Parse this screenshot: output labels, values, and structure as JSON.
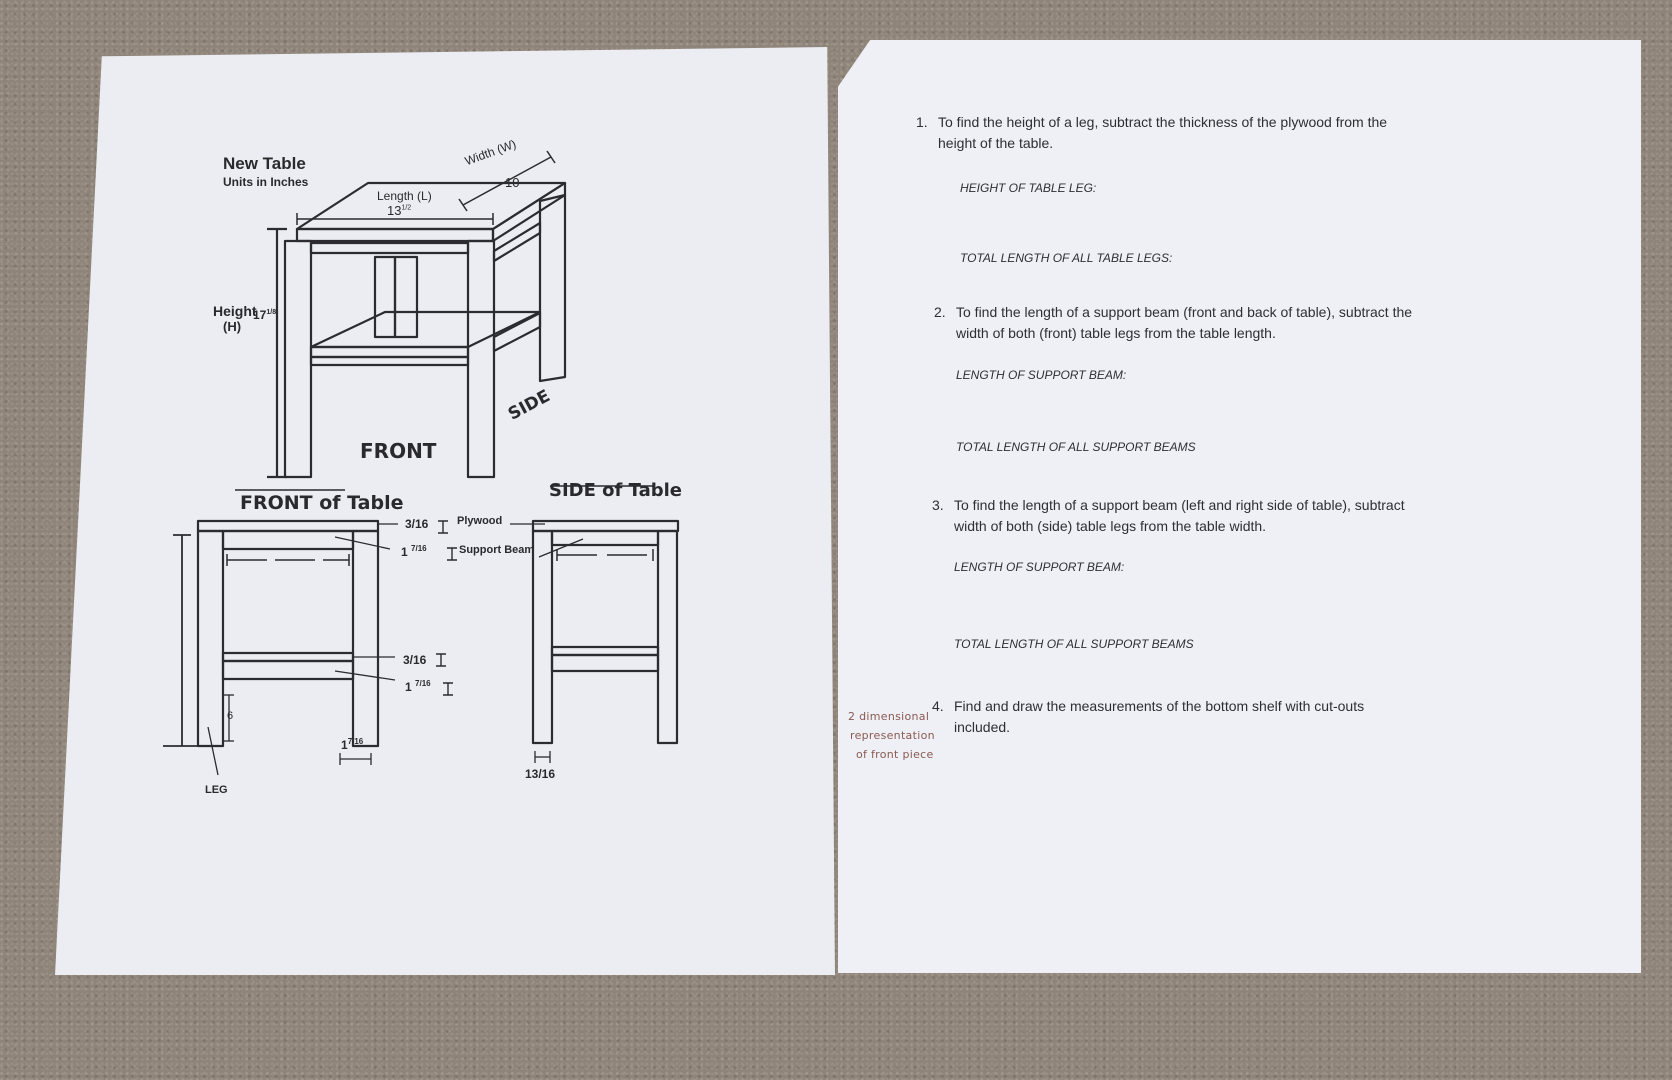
{
  "worksheet": {
    "diagram": {
      "title": "New Table",
      "subtitle": "Units in Inches",
      "length_label": "Length (L)",
      "length_value": "13",
      "length_fraction": "1/2",
      "width_label": "Width (W)",
      "width_value": "10",
      "height_label": "Height",
      "height_symbol": "(H)",
      "height_value": "17",
      "height_fraction": "1/8",
      "front_label": "FRONT",
      "side_label": "SIDE"
    },
    "front_view": {
      "title": "FRONT of Table",
      "plywood_dim": "3/16",
      "plywood_label": "Plywood",
      "beam_dim_whole": "1",
      "beam_dim_frac": "7/16",
      "beam_label": "Support Beam",
      "lower_plywood_dim": "3/16",
      "lower_beam_whole": "1",
      "lower_beam_frac": "7/16",
      "leg_gap": "6",
      "leg_width_whole": "1",
      "leg_width_frac": "7/16",
      "leg_label": "LEG"
    },
    "side_view": {
      "title": "SIDE of Table",
      "leg_width": "13/16"
    },
    "questions": [
      {
        "number": "1.",
        "line1": "To find the height of a leg, subtract the thickness of the plywood from the",
        "line2": "height of the table.",
        "answers": [
          "HEIGHT OF TABLE LEG:",
          "TOTAL LENGTH OF ALL TABLE LEGS:"
        ]
      },
      {
        "number": "2.",
        "line1": "To find the length of a support beam (front and back of table), subtract the",
        "line2": "width of both (front) table legs from the table length.",
        "answers": [
          "LENGTH OF SUPPORT BEAM:",
          "TOTAL LENGTH OF ALL SUPPORT BEAMS"
        ]
      },
      {
        "number": "3.",
        "line1": "To find the length of a support beam (left and right side of table), subtract",
        "line2": "width of both (side) table legs from the table width.",
        "answers": [
          "LENGTH OF SUPPORT BEAM:",
          "TOTAL LENGTH OF ALL SUPPORT BEAMS"
        ]
      },
      {
        "number": "4.",
        "line1": "Find and draw the measurements of the bottom shelf with cut-outs",
        "line2": "included."
      }
    ],
    "handwritten_note": [
      "2 dimensional",
      "representation",
      "of front piece"
    ]
  }
}
